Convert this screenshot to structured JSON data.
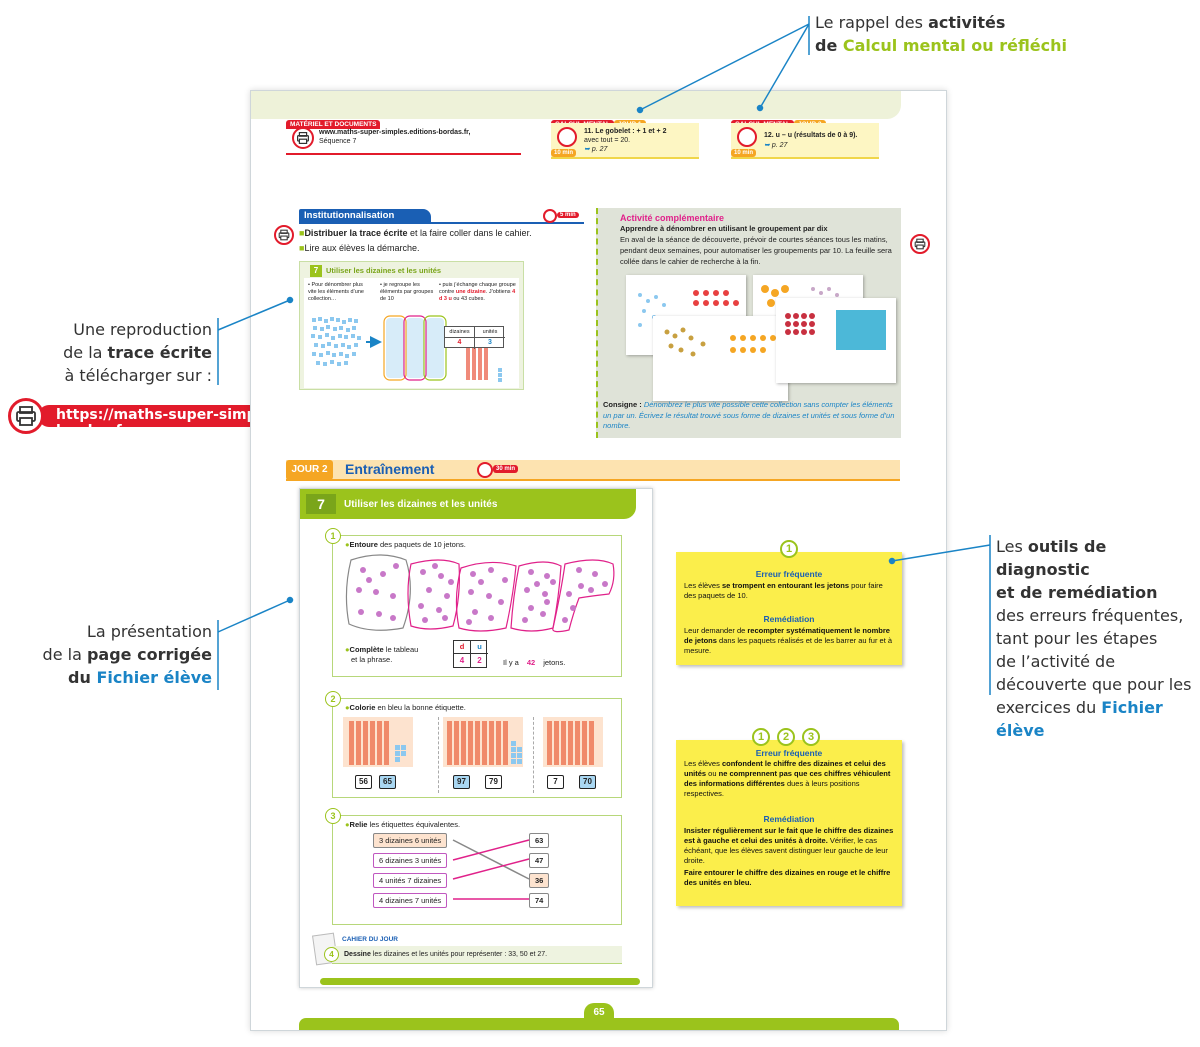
{
  "annotations": {
    "top": {
      "line1_pre": "Le rappel des ",
      "line1_bold": "activités",
      "line2_pre": "de ",
      "line2_green": "Calcul mental ou réfléchi"
    },
    "trace": {
      "line1": "Une reproduction",
      "line2_pre": "de la ",
      "line2_bold": "trace écrite",
      "line3": "à télécharger sur :"
    },
    "url": "https://maths-super-simples.editions-bordas.fr",
    "page_corrigee": {
      "line1": "La présentation",
      "line2_pre": "de la ",
      "line2_bold": "page corrigée",
      "line3_pre": "du ",
      "line3_blue": "Fichier élève"
    },
    "outils": {
      "line1_pre": "Les ",
      "line1_bold": "outils de diagnostic",
      "line2_bold": "et de remédiation",
      "line3": "des erreurs fréquentes,",
      "line4": "tant pour les étapes",
      "line5": "de l’activité de",
      "line6": "découverte que pour les",
      "line7_pre": "exercices du ",
      "line7_blue": "Fichier élève"
    }
  },
  "page": {
    "header": {
      "materiel": {
        "tab": "MATÉRIEL ET DOCUMENTS",
        "url": "www.maths-super-simples.editions-bordas.fr,",
        "sequence": "Séquence 7"
      },
      "jour1": {
        "tab": "CALCUL MENTAL",
        "day": "JOUR 1",
        "text1": "11. Le gobelet : + 1 et + 2",
        "text2": "avec tout = 20.",
        "ref": "p. 27",
        "min": "10 min"
      },
      "jour2": {
        "tab": "CALCUL MENTAL",
        "day": "JOUR 2",
        "text1": "12. u – u (résultats de 0 à 9).",
        "ref": "p. 27",
        "min": "10 min"
      }
    },
    "institution": {
      "title": "Institutionnalisation",
      "min": "5 min",
      "line1_bold": "Distribuer la trace écrite",
      "line1_rest": " et la faire coller dans le cahier.",
      "line2": "Lire aux élèves la démarche.",
      "trace_num": "7",
      "trace_title": "Utiliser les dizaines et les unités",
      "col1": "• Pour dénombrer plus vite les éléments d’une collection…",
      "col2": "• je regroupe les éléments par groupes de 10",
      "col3_a": "• puis j’échange chaque groupe contre ",
      "col3_b": "une dizaine",
      "col3_c": ". J’obtiens ",
      "col3_d": "4 d 3 u",
      "col3_e": " ou 43 cubes.",
      "th_d": "dizaines",
      "th_u": "unités",
      "v_d": "4",
      "v_u": "3"
    },
    "activite": {
      "title": "Activité complémentaire",
      "subtitle": "Apprendre à dénombrer en utilisant le groupement par dix",
      "text": "En aval de la séance de découverte, prévoir de courtes séances tous les matins, pendant deux semaines, pour automatiser les groupements par 10. La feuille sera collée dans le cahier de recherche à la fin.",
      "consigne_label": "Consigne : ",
      "consigne": "Dénombrez le plus vite possible cette collection sans compter les éléments un par un. Écrivez le résultat trouvé sous forme de dizaines et unités et sous forme d’un nombre."
    },
    "jour2_band": {
      "day": "JOUR 2",
      "title": "Entraînement",
      "min": "30 min"
    },
    "fiche": {
      "num": "7",
      "title": "Utiliser les dizaines et les unités",
      "ex1": {
        "num": "1",
        "instr_bold": "Entoure",
        "instr_rest": " des paquets de 10 jetons.",
        "complete_bold": "Complète",
        "complete_rest": " le tableau",
        "complete_line2": "et la phrase.",
        "d": "d",
        "u": "u",
        "vd": "4",
        "vu": "2",
        "phrase_pre": "Il y a",
        "phrase_val": "42",
        "phrase_post": "jetons."
      },
      "ex2": {
        "num": "2",
        "instr_bold": "Colorie",
        "instr_rest": " en bleu la bonne étiquette.",
        "labels": [
          [
            "56",
            "65"
          ],
          [
            "97",
            "79"
          ],
          [
            "7",
            "70"
          ]
        ]
      },
      "ex3": {
        "num": "3",
        "instr_bold": "Relie",
        "instr_rest": " les étiquettes équivalentes.",
        "left": [
          "3 dizaines 6 unités",
          "6 dizaines 3 unités",
          "4 unités 7 dizaines",
          "4 dizaines 7 unités"
        ],
        "right": [
          "63",
          "47",
          "36",
          "74"
        ]
      },
      "cahier": {
        "label": "CAHIER DU JOUR",
        "num": "4",
        "text_bold": "Dessine",
        "text_rest": " les dizaines et les unités pour représenter : 33, 50 et 27."
      }
    },
    "diag1": {
      "nums": [
        "1"
      ],
      "h1": "Erreur fréquente",
      "t1_a": "Les élèves ",
      "t1_b": "se trompent en entourant les jetons",
      "t1_c": " pour faire des paquets de 10.",
      "h2": "Remédiation",
      "t2_a": "Leur demander de ",
      "t2_b": "recompter systématiquement le nombre de jetons",
      "t2_c": " dans les paquets réalisés et de les barrer au fur et à mesure."
    },
    "diag2": {
      "nums": [
        "1",
        "2",
        "3"
      ],
      "h1": "Erreur fréquente",
      "t1_a": "Les élèves ",
      "t1_b": "confondent le chiffre des dizaines et celui des unités",
      "t1_c": " ou ",
      "t1_d": "ne comprennent pas que ces chiffres véhiculent des informations différentes",
      "t1_e": " dues à leurs positions respectives.",
      "h2": "Remédiation",
      "t2_a": "Insister régulièrement sur le fait que le chiffre des dizaines est à gauche et celui des unités à droite.",
      "t2_b": " Vérifier, le cas échéant, que les élèves savent distinguer leur gauche de leur droite.",
      "t2_c": "Faire entourer le chiffre des dizaines en rouge et le chiffre des unités en bleu."
    },
    "page_number": "65"
  },
  "colors": {
    "green": "#9bc31c",
    "blue": "#1a84c6",
    "red": "#e21b2b",
    "yellow": "#fbee4b",
    "magenta": "#e0218a"
  }
}
